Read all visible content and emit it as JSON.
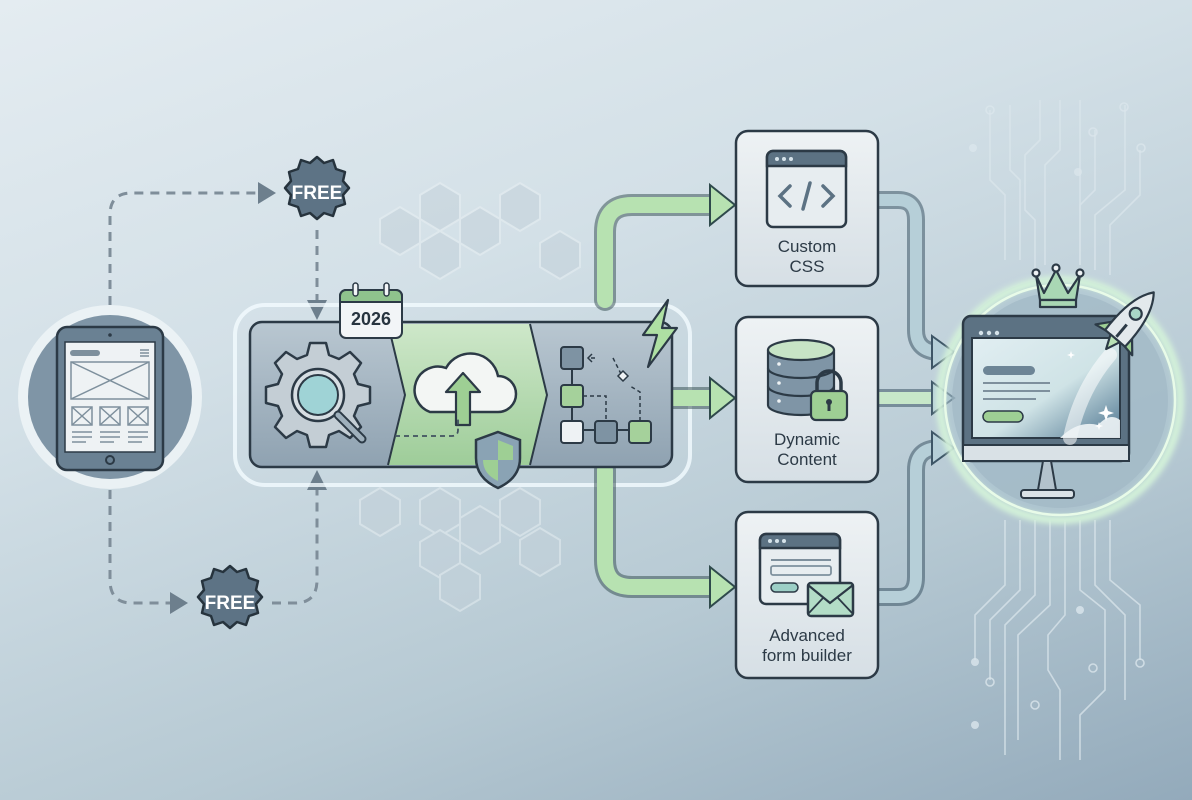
{
  "diagram": {
    "type": "workflow-illustration",
    "source_node": {
      "name": "tablet-wireframe",
      "icon": "tablet-wireframe-icon"
    },
    "badges": [
      {
        "label": "FREE",
        "position": "top"
      },
      {
        "label": "FREE",
        "position": "bottom"
      }
    ],
    "pipeline": {
      "calendar_year": "2026",
      "stages": [
        {
          "name": "analyze",
          "icon": "gear-magnifier-icon"
        },
        {
          "name": "upload",
          "icon": "cloud-upload-icon",
          "overlay_icon": "shield-icon"
        },
        {
          "name": "structure",
          "icon": "flowchart-icon",
          "overlay_icon": "lightning-icon"
        }
      ]
    },
    "features": [
      {
        "label_line1": "Custom",
        "label_line2": "CSS",
        "icon": "code-window-icon"
      },
      {
        "label_line1": "Dynamic",
        "label_line2": "Content",
        "icon": "database-lock-icon"
      },
      {
        "label_line1": "Advanced",
        "label_line2": "form builder",
        "icon": "form-envelope-icon"
      }
    ],
    "destination": {
      "name": "launched-website",
      "icons": [
        "crown-icon",
        "monitor-icon",
        "rocket-icon"
      ]
    },
    "colors": {
      "accent_green": "#a8d8a0",
      "outline": "#2f3f4c",
      "badge": "#5d7385",
      "card_bg": "#e3eaee"
    }
  }
}
